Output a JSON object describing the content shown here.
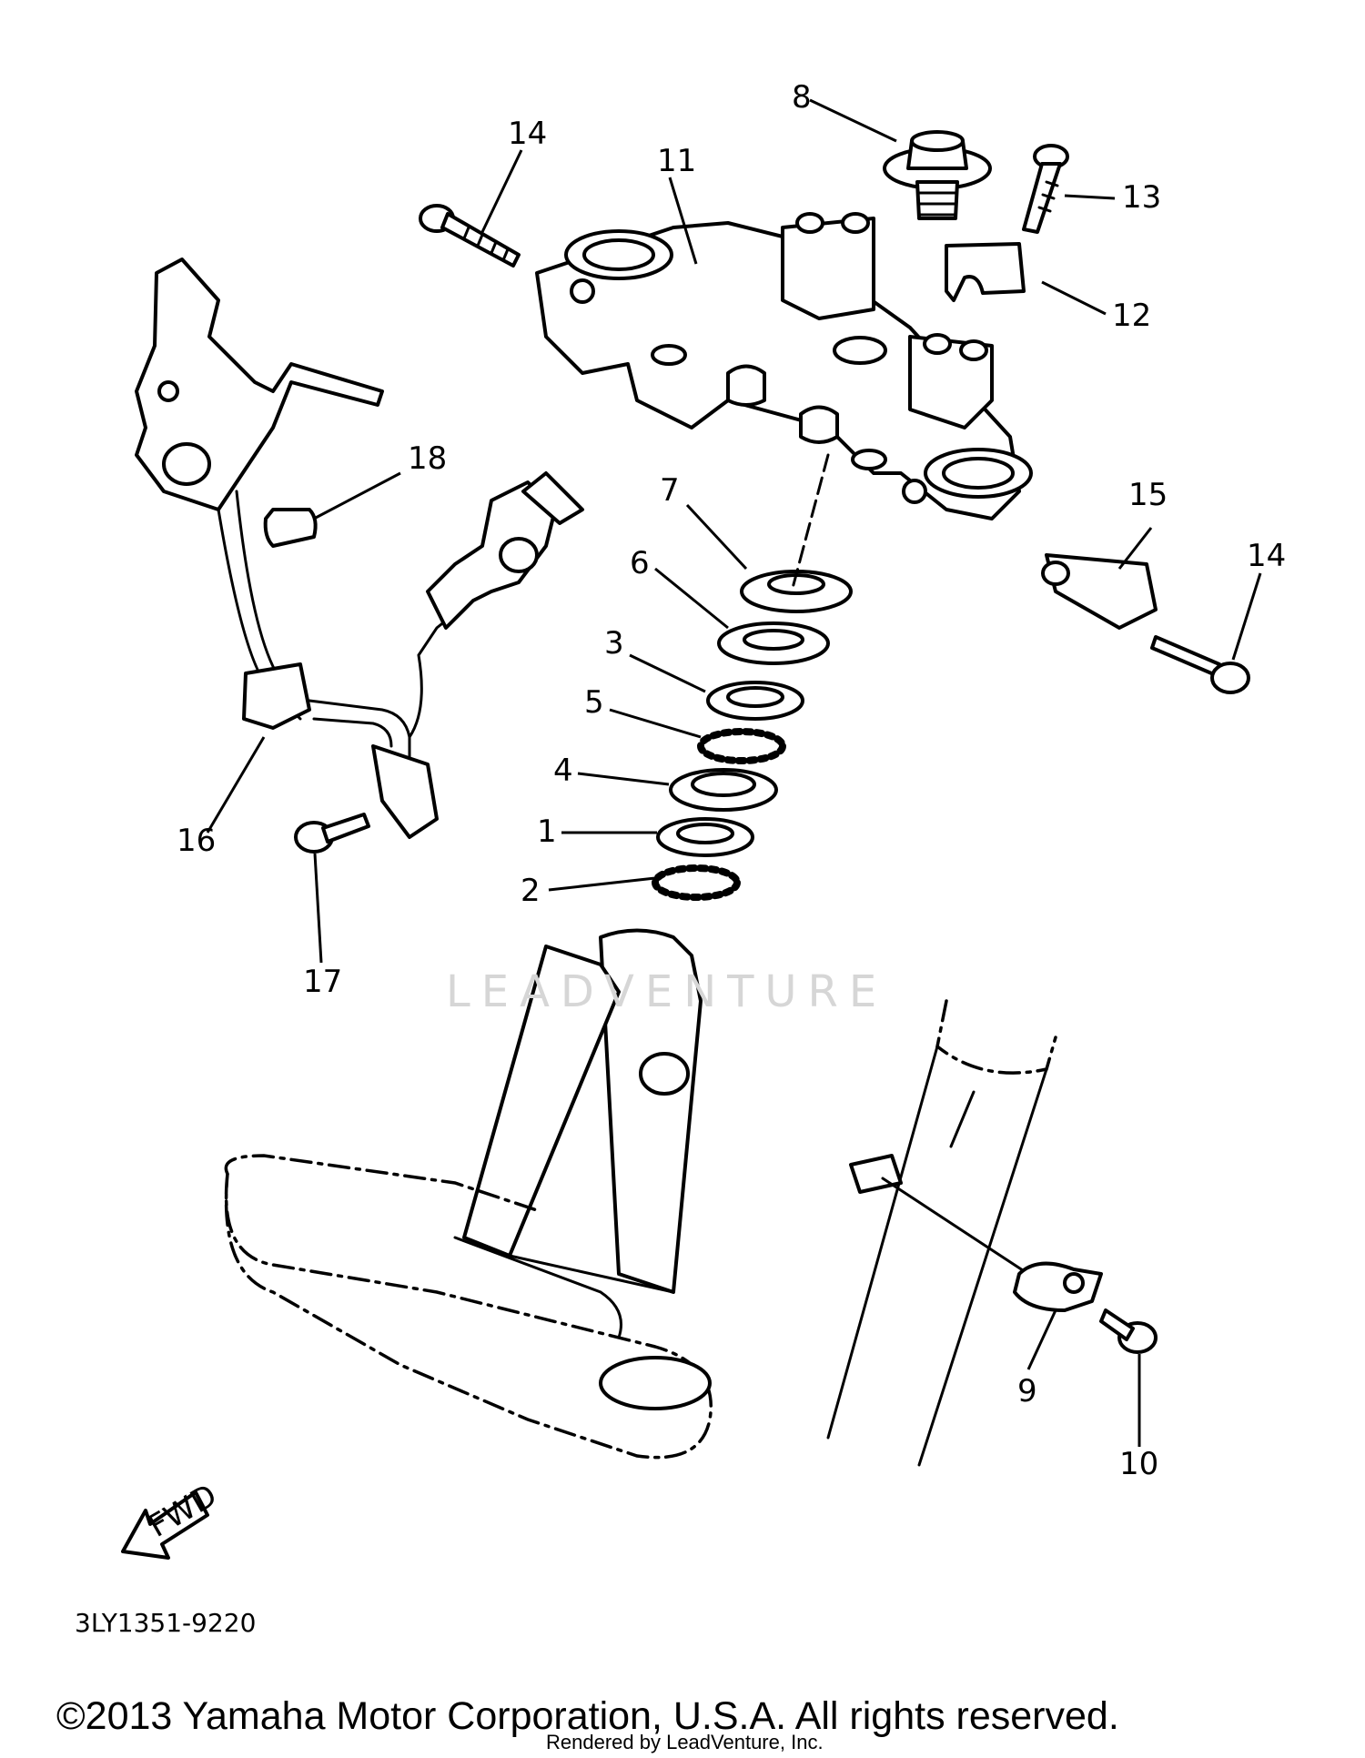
{
  "diagram": {
    "callouts": [
      {
        "label": "14"
      },
      {
        "label": "11"
      },
      {
        "label": "8"
      },
      {
        "label": "13"
      },
      {
        "label": "12"
      },
      {
        "label": "18"
      },
      {
        "label": "7"
      },
      {
        "label": "6"
      },
      {
        "label": "15"
      },
      {
        "label": "14"
      },
      {
        "label": "3"
      },
      {
        "label": "5"
      },
      {
        "label": "4"
      },
      {
        "label": "1"
      },
      {
        "label": "2"
      },
      {
        "label": "16"
      },
      {
        "label": "17"
      },
      {
        "label": "9"
      },
      {
        "label": "10"
      }
    ],
    "fwd_label": "FWD",
    "drawing_code": "3LY1351-9220",
    "watermark": "LEADVENTURE"
  },
  "footer": {
    "copyright": "©2013 Yamaha Motor Corporation, U.S.A. All rights reserved.",
    "rendered_by": "Rendered by LeadVenture, Inc."
  }
}
